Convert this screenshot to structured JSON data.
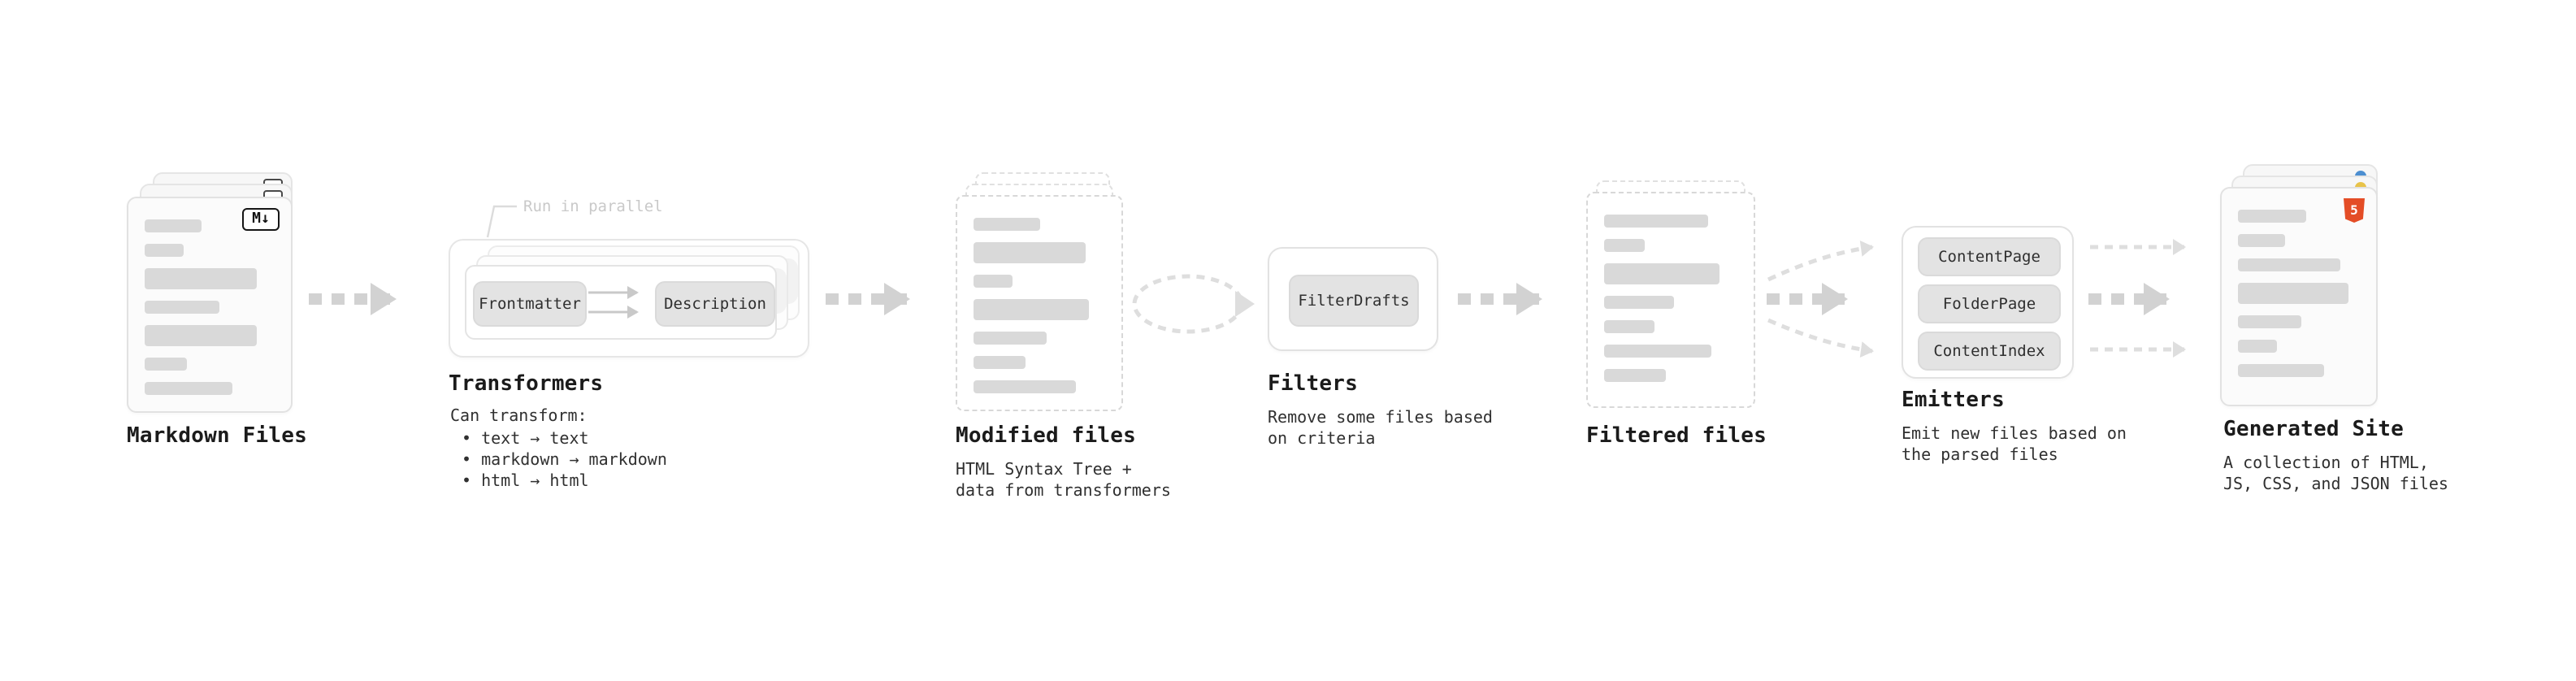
{
  "markdown_files": {
    "label": "Markdown Files",
    "badge": "M↓"
  },
  "transformers": {
    "label": "Transformers",
    "annotation": "Run in parallel",
    "boxes": [
      "Frontmatter",
      "Description"
    ],
    "desc_title": "Can transform:",
    "bullets": [
      "• text → text",
      "• markdown → markdown",
      "• html → html"
    ]
  },
  "modified_files": {
    "label": "Modified files",
    "desc": [
      "HTML Syntax Tree +",
      "data from transformers"
    ]
  },
  "filters": {
    "label": "Filters",
    "box": "FilterDrafts",
    "desc": [
      "Remove some files based",
      "on criteria"
    ]
  },
  "filtered_files": {
    "label": "Filtered files"
  },
  "emitters": {
    "label": "Emitters",
    "boxes": [
      "ContentPage",
      "FolderPage",
      "ContentIndex"
    ],
    "desc": [
      "Emit new files based on",
      "the parsed files"
    ]
  },
  "generated_site": {
    "label": "Generated Site",
    "badge": "5",
    "desc": [
      "A collection of HTML,",
      "JS, CSS, and JSON files"
    ]
  },
  "colors": {
    "arrow_big": "#d2d2d2",
    "arrow_small": "#dedede",
    "bar": "#d9d9d9",
    "button_bg": "#e3e3e3",
    "label_text": "#1b1b1b",
    "html5_orange": "#e44d26"
  }
}
